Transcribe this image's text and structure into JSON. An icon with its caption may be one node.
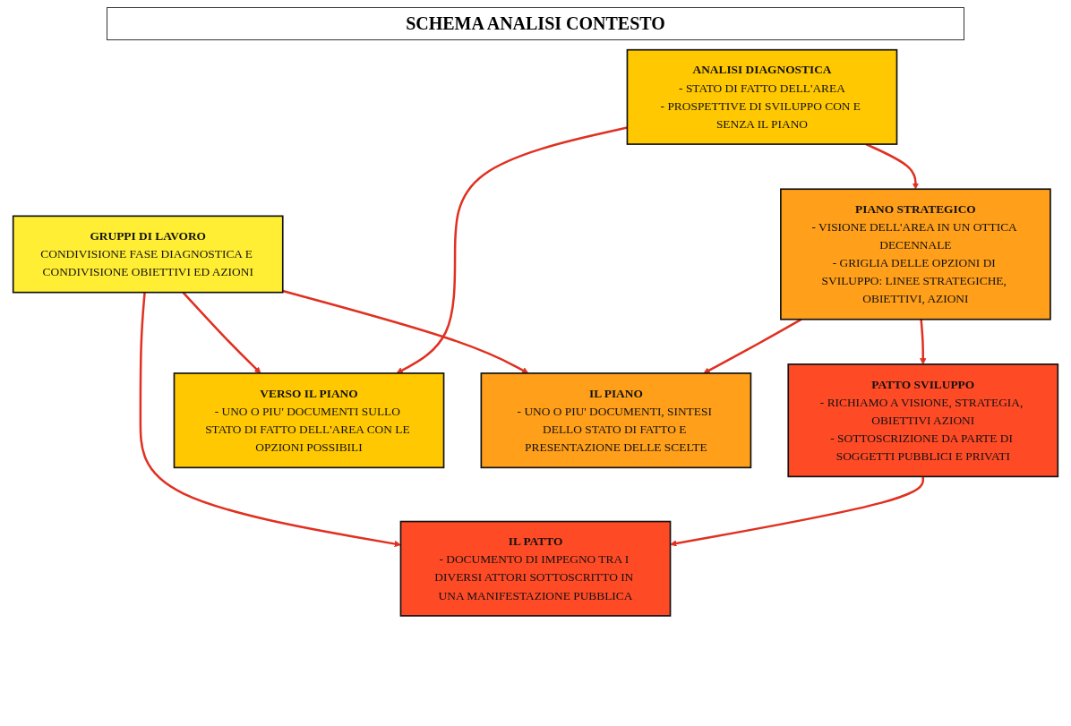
{
  "diagram": {
    "title": "SCHEMA ANALISI CONTESTO",
    "nodes": [
      {
        "text": [
          "ANALISI DIAGNOSTICA",
          "- STATO DI FATTO DELL'AREA",
          "- PROSPETTIVE DI SVILUPPO CON E SENZA IL PIANO"
        ]
      },
      {
        "text": [
          "PIANO STRATEGICO",
          "- VISIONE DELL'AREA IN UN OTTICA DECENNALE",
          "- GRIGLIA DELLE OPZIONI DI SVILUPPO: LINEE STRATEGICHE, OBIETTIVI, AZIONI"
        ]
      },
      {
        "text": [
          "PATTO SVILUPPO",
          "- RICHIAMO A VISIONE, STRATEGIA, OBIETTIVI AZIONI",
          "- SOTTOSCRIZIONE DA PARTE DI SOGGETTI PUBBLICI E PRIVATI"
        ]
      },
      {
        "text": [
          "VERSO IL PIANO",
          "- UNO O PIU' DOCUMENTI SULLO STATO DI FATTO DELL'AREA CON LE OPZIONI POSSIBILI"
        ]
      },
      {
        "text": [
          "IL PIANO",
          "- UNO O PIU' DOCUMENTI, SINTESI DELLO STATO DI FATTO E PRESENTAZIONE DELLE SCELTE"
        ]
      },
      {
        "text": [
          "IL PATTO",
          "- DOCUMENTO DI IMPEGNO TRA I DIVERSI ATTORI SOTTOSCRITTO IN UNA MANIFESTAZIONE PUBBLICA"
        ]
      },
      {
        "text": [
          "GRUPPI DI LAVORO",
          "CONDIVISIONE FASE DIAGNOSTICA E CONDIVISIONE OBIETTIVI ED AZIONI"
        ]
      }
    ],
    "edges": [
      {
        "from": 0,
        "to": 1,
        "arrow": "to"
      },
      {
        "from": 1,
        "to": 2,
        "arrow": "to"
      },
      {
        "from": 0,
        "to": 3,
        "arrow": "to"
      },
      {
        "from": 1,
        "to": 4,
        "arrow": "to"
      },
      {
        "from": 2,
        "to": 5,
        "arrow": "to"
      },
      {
        "from": 6,
        "to": 3,
        "arrow": "to"
      },
      {
        "from": 6,
        "to": 4,
        "arrow": "to"
      },
      {
        "from": 6,
        "to": 5,
        "arrow": "to"
      }
    ]
  }
}
